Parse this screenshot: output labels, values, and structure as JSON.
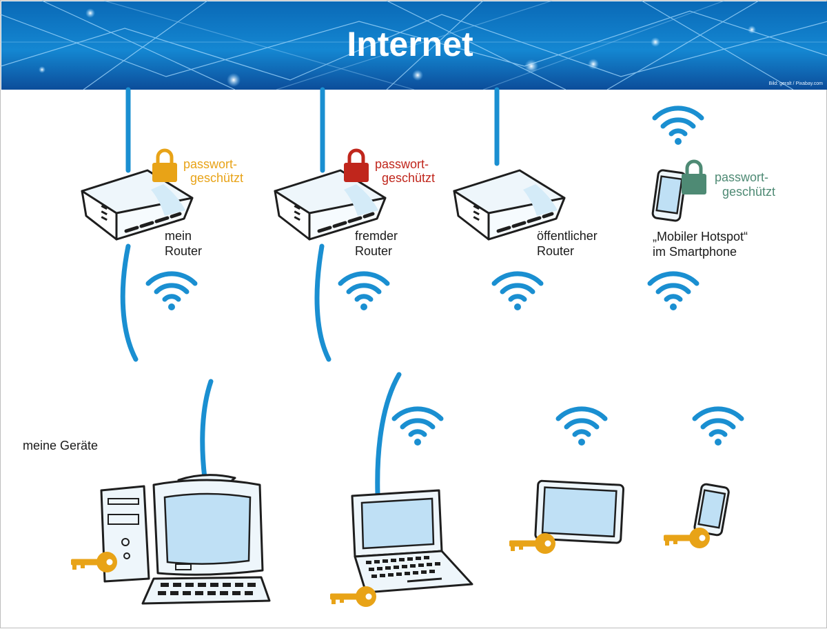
{
  "header": {
    "title": "Internet",
    "credit": "Bild: geralt / Pixabay.com"
  },
  "routers": [
    {
      "line1": "mein",
      "line2": "Router",
      "lock": "lock-icon",
      "pw_line1": "passwort-",
      "pw_line2": "geschützt",
      "color": "#e8a317"
    },
    {
      "line1": "fremder",
      "line2": "Router",
      "lock": "lock-icon",
      "pw_line1": "passwort-",
      "pw_line2": "geschützt",
      "color": "#c0261c"
    },
    {
      "line1": "öffentlicher",
      "line2": "Router"
    }
  ],
  "hotspot": {
    "line1": "„Mobiler Hotspot“",
    "line2": "im Smartphone",
    "pw_line1": "passwort-",
    "pw_line2": "geschützt",
    "color": "#4e8a74"
  },
  "devices": {
    "label": "meine Geräte",
    "items": [
      "desktop-pc",
      "laptop",
      "tablet",
      "smartphone"
    ],
    "key_color": "#e8a317"
  },
  "colors": {
    "cable": "#1a8fd1",
    "wifi": "#1a8fd1",
    "header": "#0b5fa8"
  }
}
